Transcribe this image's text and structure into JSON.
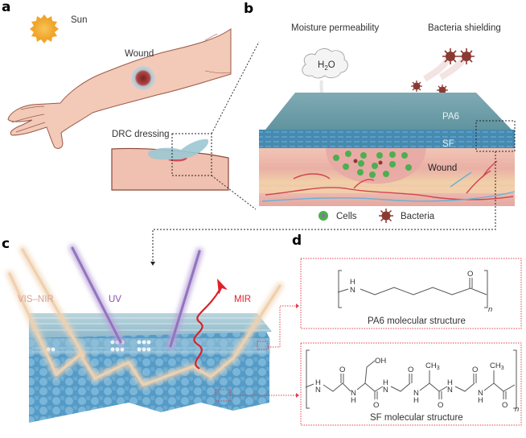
{
  "panels": {
    "a": {
      "letter": "a",
      "sun_label": "Sun",
      "wound_label": "Wound",
      "dressing_label": "DRC dressing"
    },
    "b": {
      "letter": "b",
      "moisture_label": "Moisture permeability",
      "bacteria_label": "Bacteria shielding",
      "h2o_label": "H",
      "h2o_sub": "2",
      "h2o_o": "O",
      "pa6_label": "PA6",
      "sf_label": "SF",
      "wound_label": "Wound",
      "legend": [
        {
          "label": "Cells",
          "icon": "cell-icon",
          "color": "#4caf50"
        },
        {
          "label": "Bacteria",
          "icon": "bacteria-icon",
          "color": "#8b3a32"
        }
      ]
    },
    "c": {
      "letter": "c",
      "visnir_label": "VIS–NIR",
      "uv_label": "UV",
      "mir_label": "MIR"
    },
    "d": {
      "letter": "d",
      "pa6": {
        "caption": "PA6 molecular structure",
        "h": "H",
        "n": "N",
        "o": "O",
        "repeat": "n"
      },
      "sf": {
        "caption": "SF molecular structure",
        "oh": "OH",
        "ch3": "CH",
        "ch3_sub": "3",
        "h": "H",
        "n": "N",
        "o": "O",
        "repeat": "n"
      }
    }
  },
  "colors": {
    "sun": "#f5b33a",
    "skin": "#f3c9b8",
    "skin_outline": "#8a4a3a",
    "dressing": "#8fbfcc",
    "pa6_layer": "#6fa0ad",
    "sf_layer": "#4f93b8",
    "fiber": "#7ab8d8",
    "uv": "#9b7bc2",
    "visnir": "#f0d2b0",
    "mir": "#e0202a",
    "bacteria": "#8b3a32",
    "cell": "#4caf50",
    "callout": "#e04050"
  }
}
